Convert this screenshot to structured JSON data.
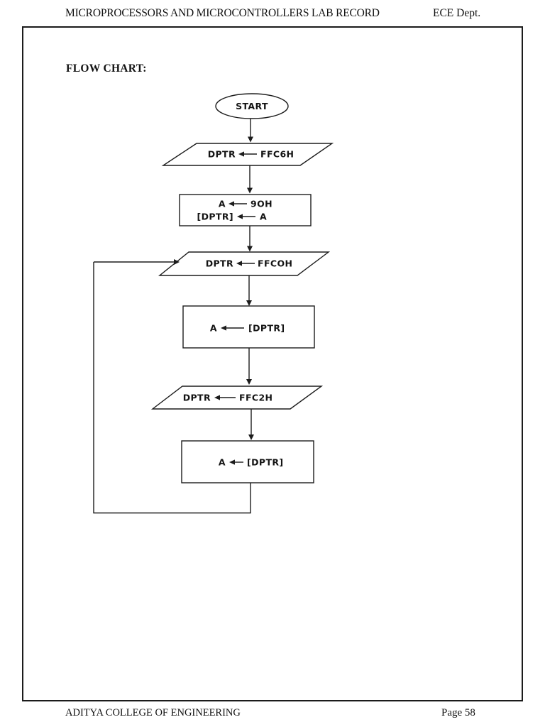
{
  "header": {
    "title": "MICROPROCESSORS AND MICROCONTROLLERS LAB RECORD",
    "dept": "ECE Dept."
  },
  "section_title": "FLOW CHART:",
  "flowchart": {
    "start_label": "START",
    "step1": {
      "lhs": "DPTR",
      "rhs": "FFC6H"
    },
    "step2": {
      "line1": {
        "lhs": "A",
        "rhs": "9OH"
      },
      "line2": {
        "lhs": "[DPTR]",
        "rhs": "A"
      }
    },
    "step3": {
      "lhs": "DPTR",
      "rhs": "FFCOH"
    },
    "step4": {
      "lhs": "A",
      "rhs": "[DPTR]"
    },
    "step5": {
      "lhs": "DPTR",
      "rhs": "FFC2H"
    },
    "step6": {
      "lhs": "A",
      "rhs": "[DPTR]"
    }
  },
  "footer": {
    "college": "ADITYA COLLEGE OF ENGINEERING",
    "page": "Page 58"
  },
  "colors": {
    "ink": "#1c1c1c",
    "paper": "#ffffff"
  }
}
